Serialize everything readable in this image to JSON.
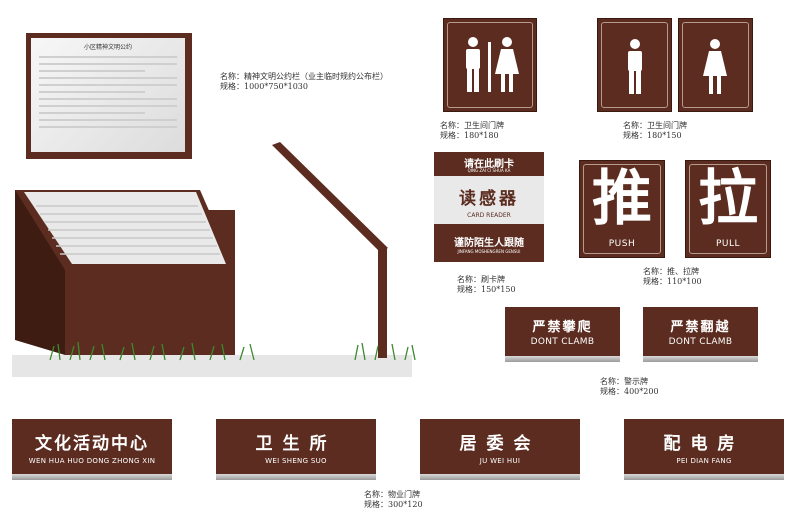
{
  "bulletin": {
    "title": "小区精神文明公约",
    "caption_name": "名称：精神文明公约栏（业主临时规约公布栏）",
    "caption_size": "规格：1000*750*1030"
  },
  "restroom_large": {
    "caption_name": "名称：卫生间门牌",
    "caption_size": "规格：180*180"
  },
  "restroom_small": {
    "caption_name": "名称：卫生间门牌",
    "caption_size": "规格：180*150"
  },
  "card_reader": {
    "top": "请在此刷卡",
    "top_pinyin": "QING ZAI CI SHUA KA",
    "main": "读感器",
    "main_en": "CARD READER",
    "bottom": "谨防陌生人跟随",
    "bottom_pinyin": "JINFANG MOSHENGREN GENSUI",
    "caption_name": "名称：刷卡牌",
    "caption_size": "规格：150*150"
  },
  "push_pull": {
    "push_char": "推",
    "push_label": "PUSH",
    "pull_char": "拉",
    "pull_label": "PULL",
    "caption_name": "名称：推、拉牌",
    "caption_size": "规格：110*100"
  },
  "warning": {
    "sign1": "严禁攀爬",
    "sign1_en": "DONT CLAMB",
    "sign2": "严禁翻越",
    "sign2_en": "DONT CLAMB",
    "caption_name": "名称：警示牌",
    "caption_size": "规格：400*200"
  },
  "door_plates": {
    "items": [
      {
        "cn": "文化活动中心",
        "en": "WEN HUA HUO DONG ZHONG XIN"
      },
      {
        "cn": "卫生所",
        "en": "WEI SHENG SUO"
      },
      {
        "cn": "居委会",
        "en": "JU WEI HUI"
      },
      {
        "cn": "配电房",
        "en": "PEI DIAN FANG"
      }
    ],
    "caption_name": "名称：物业门牌",
    "caption_size": "规格：300*120"
  },
  "colors": {
    "brown": "#5b2c1f",
    "panel": "#eeeeee",
    "grass": "#3c8a2e"
  }
}
